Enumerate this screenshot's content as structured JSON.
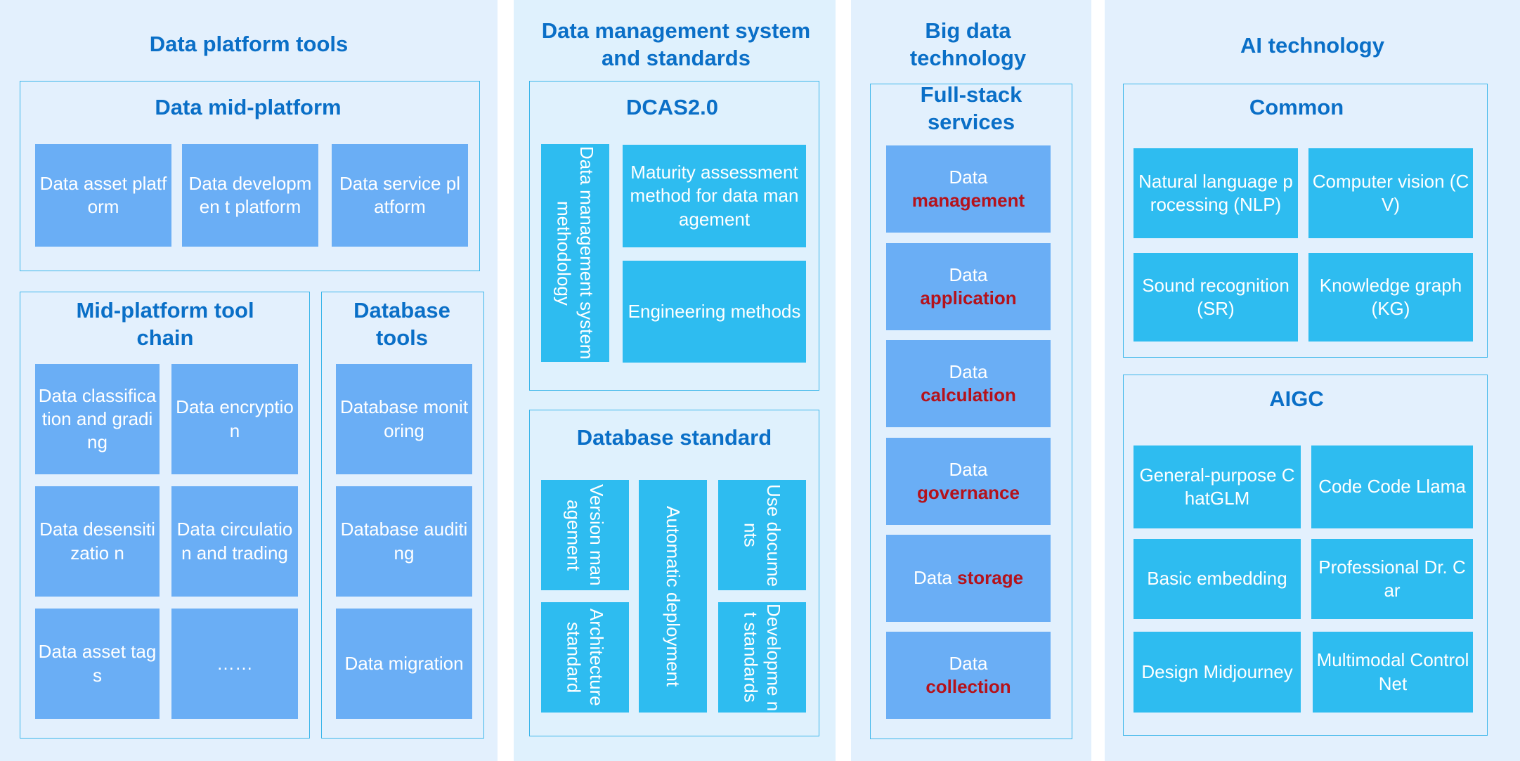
{
  "columns": {
    "platform": {
      "title": "Data platform tools",
      "mid_platform": {
        "title": "Data mid-platform",
        "items": [
          "Data asset platform",
          "Data developmen t platform",
          "Data service platform"
        ]
      },
      "tool_chain": {
        "title": "Mid-platform tool chain",
        "items": [
          "Data classification and grading",
          "Data encryption",
          "Data desensitizatio n",
          "Data circulation and trading",
          "Data asset tags",
          "……"
        ]
      },
      "db_tools": {
        "title": "Database tools",
        "items": [
          "Database monitoring",
          "Database auditing",
          "Data migration"
        ]
      }
    },
    "management": {
      "title": "Data management system and standards",
      "dcas": {
        "title": "DCAS2.0",
        "vertical_item": "Data management system methodology",
        "items": [
          "Maturity assessment method for data management",
          "Engineering methods"
        ]
      },
      "db_standard": {
        "title": "Database standard",
        "items": [
          "Version management",
          "Automatic deployment",
          "Use documents",
          "Architecture standard",
          "Developme nt standards"
        ]
      }
    },
    "bigdata": {
      "title": "Big data technology",
      "fullstack": {
        "title": "Full-stack services",
        "items": [
          {
            "prefix": "Data",
            "highlight": "management"
          },
          {
            "prefix": "Data",
            "highlight": "application"
          },
          {
            "prefix": "Data",
            "highlight": "calculation"
          },
          {
            "prefix": "Data",
            "highlight": "governance"
          },
          {
            "prefix": "Data",
            "highlight": "storage"
          },
          {
            "prefix": "Data",
            "highlight": "collection"
          }
        ]
      }
    },
    "ai": {
      "title": "AI technology",
      "common": {
        "title": "Common",
        "items": [
          "Natural language processing (NLP)",
          "Computer vision (CV)",
          "Sound recognition (SR)",
          "Knowledge graph (KG)"
        ]
      },
      "aigc": {
        "title": "AIGC",
        "items": [
          "General-purpose ChatGLM",
          "Code Code Llama",
          "Basic embedding",
          "Professional Dr. Car",
          "Design Midjourney",
          "Multimodal ControlNet"
        ]
      }
    }
  },
  "colors": {
    "title_blue": "#0a6fc7",
    "box_light_blue": "#6aaef5",
    "box_cyan": "#2ebcf0",
    "frame_cyan": "#3cb6ea",
    "highlight_red": "#b5121b"
  }
}
